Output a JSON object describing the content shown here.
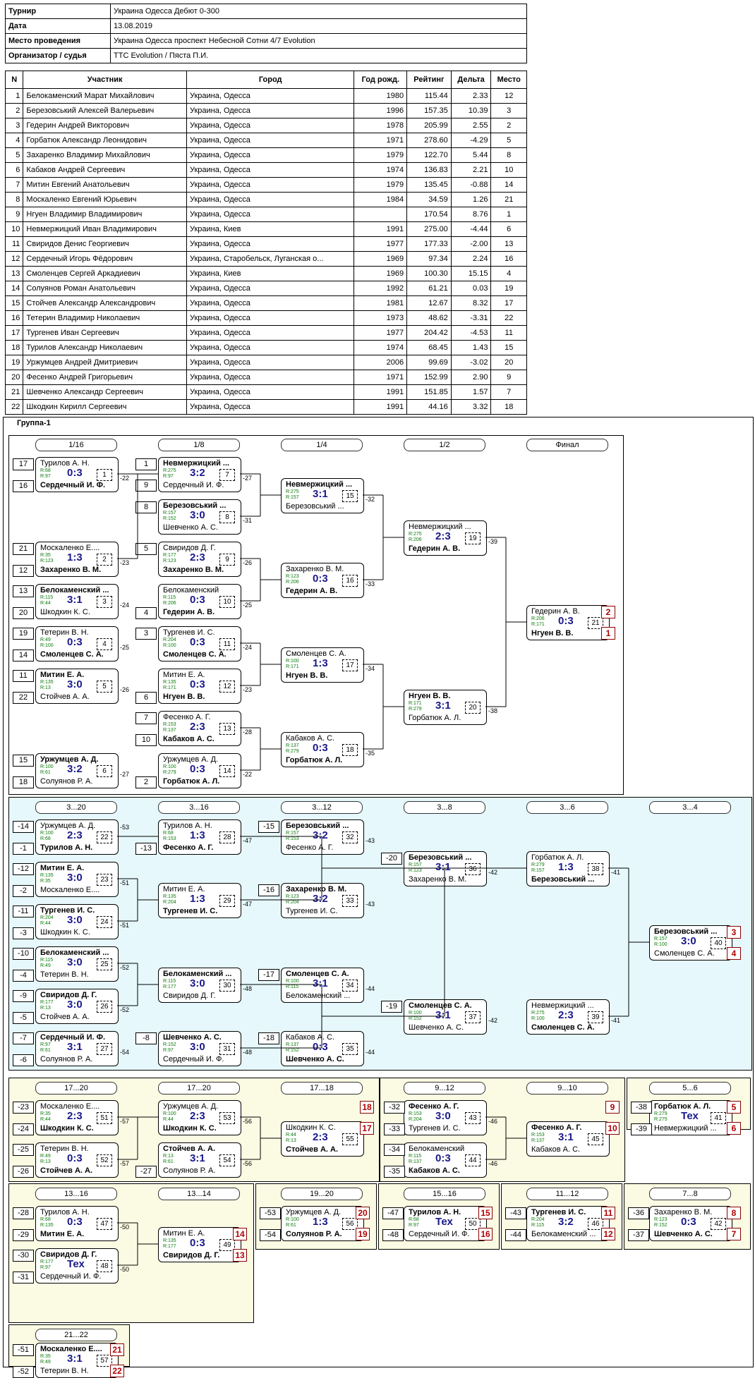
{
  "info": [
    {
      "label": "Турнир",
      "value": "Украина Одесса Дебют 0-300"
    },
    {
      "label": "Дата",
      "value": "13.08.2019"
    },
    {
      "label": "Место проведения",
      "value": "Украина Одесса проспект Небесной Сотни 4/7 Evolution"
    },
    {
      "label": "Организатор / судья",
      "value": "TTC Evolution / Пяста П.И."
    }
  ],
  "players_headers": [
    "N",
    "Участник",
    "Город",
    "Год рожд.",
    "Рейтинг",
    "Дельта",
    "Место"
  ],
  "players": [
    [
      "1",
      "Белокаменский Марат Михайлович",
      "Украина, Одесса",
      "1980",
      "115.44",
      "2.33",
      "12"
    ],
    [
      "2",
      "Березовський Алексей Валерьевич",
      "Украина, Одесса",
      "1996",
      "157.35",
      "10.39",
      "3"
    ],
    [
      "3",
      "Гедерин Андрей Викторович",
      "Украина, Одесса",
      "1978",
      "205.99",
      "2.55",
      "2"
    ],
    [
      "4",
      "Горбатюк Александр Леонидович",
      "Украина, Одесса",
      "1971",
      "278.60",
      "-4.29",
      "5"
    ],
    [
      "5",
      "Захаренко Владимир Михайлович",
      "Украина, Одесса",
      "1979",
      "122.70",
      "5.44",
      "8"
    ],
    [
      "6",
      "Кабаков Андрей Сергеевич",
      "Украина, Одесса",
      "1974",
      "136.83",
      "2.21",
      "10"
    ],
    [
      "7",
      "Митин Евгений Анатольевич",
      "Украина, Одесса",
      "1979",
      "135.45",
      "-0.88",
      "14"
    ],
    [
      "8",
      "Москаленко Евгений Юрьевич",
      "Украина, Одесса",
      "1984",
      "34.59",
      "1.26",
      "21"
    ],
    [
      "9",
      "Нгуен Владимир Владимирович",
      "Украина, Одесса",
      "",
      "170.54",
      "8.76",
      "1"
    ],
    [
      "10",
      "Невмержицкий Иван Владимирович",
      "Украина, Киев",
      "1991",
      "275.00",
      "-4.44",
      "6"
    ],
    [
      "11",
      "Свиридов Денис Георгиевич",
      "Украина, Одесса",
      "1977",
      "177.33",
      "-2.00",
      "13"
    ],
    [
      "12",
      "Сердечный Игорь Фёдорович",
      "Украина, Старобельск, Луганская о...",
      "1969",
      "97.34",
      "2.24",
      "16"
    ],
    [
      "13",
      "Смоленцев Сергей Аркадиевич",
      "Украина, Киев",
      "1969",
      "100.30",
      "15.15",
      "4"
    ],
    [
      "14",
      "Солуянов Роман Анатольевич",
      "Украина, Одесса",
      "1992",
      "61.21",
      "0.03",
      "19"
    ],
    [
      "15",
      "Стойчев Александр Александрович",
      "Украина, Одесса",
      "1981",
      "12.67",
      "8.32",
      "17"
    ],
    [
      "16",
      "Тетерин Владимир Николаевич",
      "Украина, Одесса",
      "1973",
      "48.62",
      "-3.31",
      "22"
    ],
    [
      "17",
      "Тургенев Иван Сергеевич",
      "Украина, Одесса",
      "1977",
      "204.42",
      "-4.53",
      "11"
    ],
    [
      "18",
      "Турилов Александр Николаевич",
      "Украина, Одесса",
      "1974",
      "68.45",
      "1.43",
      "15"
    ],
    [
      "19",
      "Уржумцев Андрей Дмитриевич",
      "Украина, Одесса",
      "2006",
      "99.69",
      "-3.02",
      "20"
    ],
    [
      "20",
      "Фесенко Андрей Григорьевич",
      "Украина, Одесса",
      "1971",
      "152.99",
      "2.90",
      "9"
    ],
    [
      "21",
      "Шевченко Александр Сергеевич",
      "Украина, Одесса",
      "1991",
      "151.85",
      "1.57",
      "7"
    ],
    [
      "22",
      "Шкодкин Кирилл Сергеевич",
      "Украина, Одесса",
      "1991",
      "44.16",
      "3.32",
      "18"
    ]
  ],
  "group_title": "Группа-1",
  "headers": [
    "1/16",
    "1/8",
    "1/4",
    "1/2",
    "Финал",
    "3...20",
    "3...16",
    "3...12",
    "3...8",
    "3...6",
    "3...4",
    "17...20",
    "17...20",
    "17...18",
    "9...12",
    "9...10",
    "5...6",
    "13...16",
    "13...14",
    "19...20",
    "15...16",
    "11...12",
    "7...8",
    "21...22"
  ],
  "seeds": [
    "17",
    "16",
    "9",
    "8",
    "1",
    "21",
    "12",
    "5",
    "13",
    "20",
    "4",
    "19",
    "14",
    "3",
    "11",
    "22",
    "6",
    "7",
    "10",
    "15",
    "18",
    "2",
    "-14",
    "-1",
    "-13",
    "-15",
    "-12",
    "-2",
    "-11",
    "-3",
    "-16",
    "-20",
    "-10",
    "-4",
    "-9",
    "-5",
    "-17",
    "-19",
    "-7",
    "-6",
    "-8",
    "-18",
    "-23",
    "-24",
    "-25",
    "-26",
    "-27",
    "-32",
    "-33",
    "-34",
    "-35",
    "-38",
    "-39",
    "-28",
    "-29",
    "-30",
    "-31",
    "-53",
    "-54",
    "-47",
    "-48",
    "-43",
    "-44",
    "-36",
    "-37",
    "-51",
    "-52"
  ],
  "lrefs": [
    "-22",
    "-27",
    "-31",
    "-32",
    "-23",
    "-26",
    "-33",
    "-39",
    "-24",
    "-25",
    "-25",
    "-24",
    "-23",
    "-26",
    "-34",
    "-38",
    "-28",
    "-27",
    "-22",
    "-35",
    "-53",
    "-47",
    "-43",
    "-51",
    "-42",
    "-41",
    "-47",
    "-43",
    "-51",
    "-52",
    "-48",
    "-44",
    "-52",
    "-42",
    "-41",
    "-54",
    "-48",
    "-44",
    "-57",
    "-56",
    "-57",
    "-56",
    "-46",
    "-46",
    "-50",
    "-50"
  ],
  "places": [
    "2",
    "1",
    "3",
    "4",
    "18",
    "17",
    "9",
    "10",
    "5",
    "6",
    "14",
    "13",
    "20",
    "19",
    "15",
    "16",
    "11",
    "12",
    "8",
    "7",
    "21",
    "22"
  ],
  "matches": [
    {
      "p1": "Турилов А. Н.",
      "r1": "R:68",
      "r2": "R:97",
      "p2": "Сердечный И. Ф.",
      "w": 2,
      "score": "0:3",
      "num": "1"
    },
    {
      "p1": "Невмержицкий ...",
      "r1": "R:275",
      "r2": "R:97",
      "p2": "Сердечный И. Ф.",
      "w": 1,
      "score": "3:2",
      "num": "7"
    },
    {
      "p1": "Березовський ...",
      "r1": "R:157",
      "r2": "R:152",
      "p2": "Шевченко А. С.",
      "w": 1,
      "score": "3:0",
      "num": "8"
    },
    {
      "p1": "Москаленко Е....",
      "r1": "R:35",
      "r2": "R:123",
      "p2": "Захаренко В. М.",
      "w": 2,
      "score": "1:3",
      "num": "2"
    },
    {
      "p1": "Свиридов Д. Г.",
      "r1": "R:177",
      "r2": "R:123",
      "p2": "Захаренко В. М.",
      "w": 2,
      "score": "2:3",
      "num": "9"
    },
    {
      "p1": "Белокаменский ...",
      "r1": "R:115",
      "r2": "R:44",
      "p2": "Шкодкин К. С.",
      "w": 1,
      "score": "3:1",
      "num": "3"
    },
    {
      "p1": "Белокаменский",
      "r1": "R:115",
      "r2": "R:206",
      "p2": "Гедерин А. В.",
      "w": 2,
      "score": "0:3",
      "num": "10"
    },
    {
      "p1": "Тетерин В. Н.",
      "r1": "R:49",
      "r2": "R:100",
      "p2": "Смоленцев С. А.",
      "w": 2,
      "score": "0:3",
      "num": "4"
    },
    {
      "p1": "Тургенев И. С.",
      "r1": "R:204",
      "r2": "R:100",
      "p2": "Смоленцев С. А.",
      "w": 2,
      "score": "0:3",
      "num": "11"
    },
    {
      "p1": "Митин Е. А.",
      "r1": "R:135",
      "r2": "R:13",
      "p2": "Стойчев А. А.",
      "w": 1,
      "score": "3:0",
      "num": "5"
    },
    {
      "p1": "Митин Е. А.",
      "r1": "R:135",
      "r2": "R:171",
      "p2": "Нгуен В. В.",
      "w": 2,
      "score": "0:3",
      "num": "12"
    },
    {
      "p1": "Фесенко А. Г.",
      "r1": "R:153",
      "r2": "R:137",
      "p2": "Кабаков А. С.",
      "w": 2,
      "score": "2:3",
      "num": "13"
    },
    {
      "p1": "Уржумцев А. Д.",
      "r1": "R:100",
      "r2": "R:61",
      "p2": "Солуянов Р. А.",
      "w": 1,
      "score": "3:2",
      "num": "6"
    },
    {
      "p1": "Уржумцев А. Д.",
      "r1": "R:100",
      "r2": "R:279",
      "p2": "Горбатюк А. Л.",
      "w": 2,
      "score": "0:3",
      "num": "14"
    },
    {
      "p1": "Невмержицкий ...",
      "r1": "R:275",
      "r2": "R:157",
      "p2": "Березовський ...",
      "w": 1,
      "score": "3:1",
      "num": "15"
    },
    {
      "p1": "Захаренко В. М.",
      "r1": "R:123",
      "r2": "R:206",
      "p2": "Гедерин А. В.",
      "w": 2,
      "score": "0:3",
      "num": "16"
    },
    {
      "p1": "Смоленцев С. А.",
      "r1": "R:100",
      "r2": "R:171",
      "p2": "Нгуен В. В.",
      "w": 2,
      "score": "1:3",
      "num": "17"
    },
    {
      "p1": "Кабаков А. С.",
      "r1": "R:137",
      "r2": "R:279",
      "p2": "Горбатюк А. Л.",
      "w": 2,
      "score": "0:3",
      "num": "18"
    },
    {
      "p1": "Невмержицкий ...",
      "r1": "R:275",
      "r2": "R:206",
      "p2": "Гедерин А. В.",
      "w": 2,
      "score": "2:3",
      "num": "19"
    },
    {
      "p1": "Нгуен В. В.",
      "r1": "R:171",
      "r2": "R:279",
      "p2": "Горбатюк А. Л.",
      "w": 1,
      "score": "3:1",
      "num": "20"
    },
    {
      "p1": "Гедерин А. В.",
      "r1": "R:206",
      "r2": "R:171",
      "p2": "Нгуен В. В.",
      "w": 2,
      "score": "0:3",
      "num": "21"
    },
    {
      "p1": "Уржумцев А. Д.",
      "r1": "R:100",
      "r2": "R:68",
      "p2": "Турилов А. Н.",
      "w": 2,
      "score": "2:3",
      "num": "22"
    },
    {
      "p1": "Турилов А. Н.",
      "r1": "R:68",
      "r2": "R:153",
      "p2": "Фесенко А. Г.",
      "w": 2,
      "score": "1:3",
      "num": "28"
    },
    {
      "p1": "Березовський ...",
      "r1": "R:157",
      "r2": "R:153",
      "p2": "Фесенко А. Г.",
      "w": 1,
      "score": "3:2",
      "num": "32"
    },
    {
      "p1": "Митин Е. А.",
      "r1": "R:135",
      "r2": "R:35",
      "p2": "Москаленко Е....",
      "w": 1,
      "score": "3:0",
      "num": "23"
    },
    {
      "p1": "Тургенев И. С.",
      "r1": "R:204",
      "r2": "R:44",
      "p2": "Шкодкин К. С.",
      "w": 1,
      "score": "3:0",
      "num": "24"
    },
    {
      "p1": "Митин Е. А.",
      "r1": "R:135",
      "r2": "R:204",
      "p2": "Тургенев И. С.",
      "w": 2,
      "score": "1:3",
      "num": "29"
    },
    {
      "p1": "Захаренко В. М.",
      "r1": "R:123",
      "r2": "R:204",
      "p2": "Тургенев И. С.",
      "w": 1,
      "score": "3:2",
      "num": "33"
    },
    {
      "p1": "Березовський ...",
      "r1": "R:157",
      "r2": "R:123",
      "p2": "Захаренко В. М.",
      "w": 1,
      "score": "3:1",
      "num": "36"
    },
    {
      "p1": "Горбатюк А. Л.",
      "r1": "R:279",
      "r2": "R:157",
      "p2": "Березовський ...",
      "w": 2,
      "score": "1:3",
      "num": "38"
    },
    {
      "p1": "Белокаменский ...",
      "r1": "R:115",
      "r2": "R:49",
      "p2": "Тетерин В. Н.",
      "w": 1,
      "score": "3:0",
      "num": "25"
    },
    {
      "p1": "Свиридов Д. Г.",
      "r1": "R:177",
      "r2": "R:13",
      "p2": "Стойчев А. А.",
      "w": 1,
      "score": "3:0",
      "num": "26"
    },
    {
      "p1": "Белокаменский ...",
      "r1": "R:115",
      "r2": "R:177",
      "p2": "Свиридов Д. Г.",
      "w": 1,
      "score": "3:0",
      "num": "30"
    },
    {
      "p1": "Смоленцев С. А.",
      "r1": "R:100",
      "r2": "R:115",
      "p2": "Белокаменский ...",
      "w": 1,
      "score": "3:1",
      "num": "34"
    },
    {
      "p1": "Сердечный И. Ф.",
      "r1": "R:97",
      "r2": "R:61",
      "p2": "Солуянов Р. А.",
      "w": 1,
      "score": "3:1",
      "num": "27"
    },
    {
      "p1": "Шевченко А. С.",
      "r1": "R:152",
      "r2": "R:97",
      "p2": "Сердечный И. Ф.",
      "w": 1,
      "score": "3:0",
      "num": "31"
    },
    {
      "p1": "Кабаков А. С.",
      "r1": "R:137",
      "r2": "R:152",
      "p2": "Шевченко А. С.",
      "w": 2,
      "score": "0:3",
      "num": "35"
    },
    {
      "p1": "Смоленцев С. А.",
      "r1": "R:100",
      "r2": "R:152",
      "p2": "Шевченко А. С.",
      "w": 1,
      "score": "3:1",
      "num": "37"
    },
    {
      "p1": "Невмержицкий ...",
      "r1": "R:275",
      "r2": "R:100",
      "p2": "Смоленцев С. А.",
      "w": 2,
      "score": "2:3",
      "num": "39"
    },
    {
      "p1": "Березовський ...",
      "r1": "R:157",
      "r2": "R:100",
      "p2": "Смоленцев С. А.",
      "w": 1,
      "score": "3:0",
      "num": "40"
    },
    {
      "p1": "Москаленко Е....",
      "r1": "R:35",
      "r2": "R:44",
      "p2": "Шкодкин К. С.",
      "w": 2,
      "score": "2:3",
      "num": "51"
    },
    {
      "p1": "Тетерин В. Н.",
      "r1": "R:49",
      "r2": "R:13",
      "p2": "Стойчев А. А.",
      "w": 2,
      "score": "0:3",
      "num": "52"
    },
    {
      "p1": "Уржумцев А. Д.",
      "r1": "R:100",
      "r2": "R:44",
      "p2": "Шкодкин К. С.",
      "w": 2,
      "score": "2:3",
      "num": "53"
    },
    {
      "p1": "Стойчев А. А.",
      "r1": "R:13",
      "r2": "R:61",
      "p2": "Солуянов Р. А.",
      "w": 1,
      "score": "3:1",
      "num": "54"
    },
    {
      "p1": "Шкодкин К. С.",
      "r1": "R:44",
      "r2": "R:13",
      "p2": "Стойчев А. А.",
      "w": 2,
      "score": "2:3",
      "num": "55"
    },
    {
      "p1": "Фесенко А. Г.",
      "r1": "R:153",
      "r2": "R:204",
      "p2": "Тургенев И. С.",
      "w": 1,
      "score": "3:0",
      "num": "43"
    },
    {
      "p1": "Белокаменский",
      "r1": "R:115",
      "r2": "R:137",
      "p2": "Кабаков А. С.",
      "w": 2,
      "score": "0:3",
      "num": "44"
    },
    {
      "p1": "Фесенко А. Г.",
      "r1": "R:153",
      "r2": "R:137",
      "p2": "Кабаков А. С.",
      "w": 1,
      "score": "3:1",
      "num": "45"
    },
    {
      "p1": "Горбатюк А. Л.",
      "r1": "R:279",
      "r2": "R:275",
      "p2": "Невмержицкий ...",
      "w": 1,
      "score": "Тех",
      "num": "41"
    },
    {
      "p1": "Турилов А. Н.",
      "r1": "R:68",
      "r2": "R:135",
      "p2": "Митин Е. А.",
      "w": 2,
      "score": "0:3",
      "num": "47"
    },
    {
      "p1": "Свиридов Д. Г.",
      "r1": "R:177",
      "r2": "R:97",
      "p2": "Сердечный И. Ф.",
      "w": 1,
      "score": "Тех",
      "num": "48"
    },
    {
      "p1": "Митин Е. А.",
      "r1": "R:135",
      "r2": "R:177",
      "p2": "Свиридов Д. Г.",
      "w": 2,
      "score": "0:3",
      "num": "49"
    },
    {
      "p1": "Уржумцев А. Д.",
      "r1": "R:100",
      "r2": "R:61",
      "p2": "Солуянов Р. А.",
      "w": 2,
      "score": "1:3",
      "num": "56"
    },
    {
      "p1": "Турилов А. Н.",
      "r1": "R:68",
      "r2": "R:97",
      "p2": "Сердечный И. Ф.",
      "w": 1,
      "score": "Тех",
      "num": "50"
    },
    {
      "p1": "Тургенев И. С.",
      "r1": "R:204",
      "r2": "R:115",
      "p2": "Белокаменский ...",
      "w": 1,
      "score": "3:2",
      "num": "46"
    },
    {
      "p1": "Захаренко В. М.",
      "r1": "R:123",
      "r2": "R:152",
      "p2": "Шевченко А. С.",
      "w": 2,
      "score": "0:3",
      "num": "42"
    },
    {
      "p1": "Москаленко Е....",
      "r1": "R:35",
      "r2": "R:49",
      "p2": "Тетерин В. Н.",
      "w": 1,
      "score": "3:1",
      "num": "57"
    }
  ]
}
